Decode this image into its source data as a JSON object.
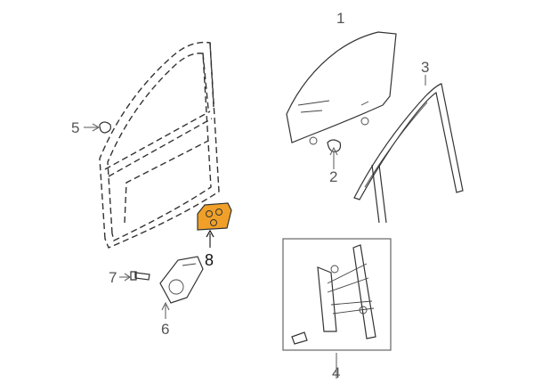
{
  "diagram": {
    "callouts": [
      {
        "id": "1",
        "text": "1"
      },
      {
        "id": "2",
        "text": "2"
      },
      {
        "id": "3",
        "text": "3"
      },
      {
        "id": "4",
        "text": "4"
      },
      {
        "id": "5",
        "text": "5"
      },
      {
        "id": "6",
        "text": "6"
      },
      {
        "id": "7",
        "text": "7"
      },
      {
        "id": "8",
        "text": "8"
      }
    ],
    "colors": {
      "highlight_fill": "#f0a028",
      "line": "#333333",
      "callout_text": "#555555",
      "highlight_callout_text": "#111111"
    }
  }
}
